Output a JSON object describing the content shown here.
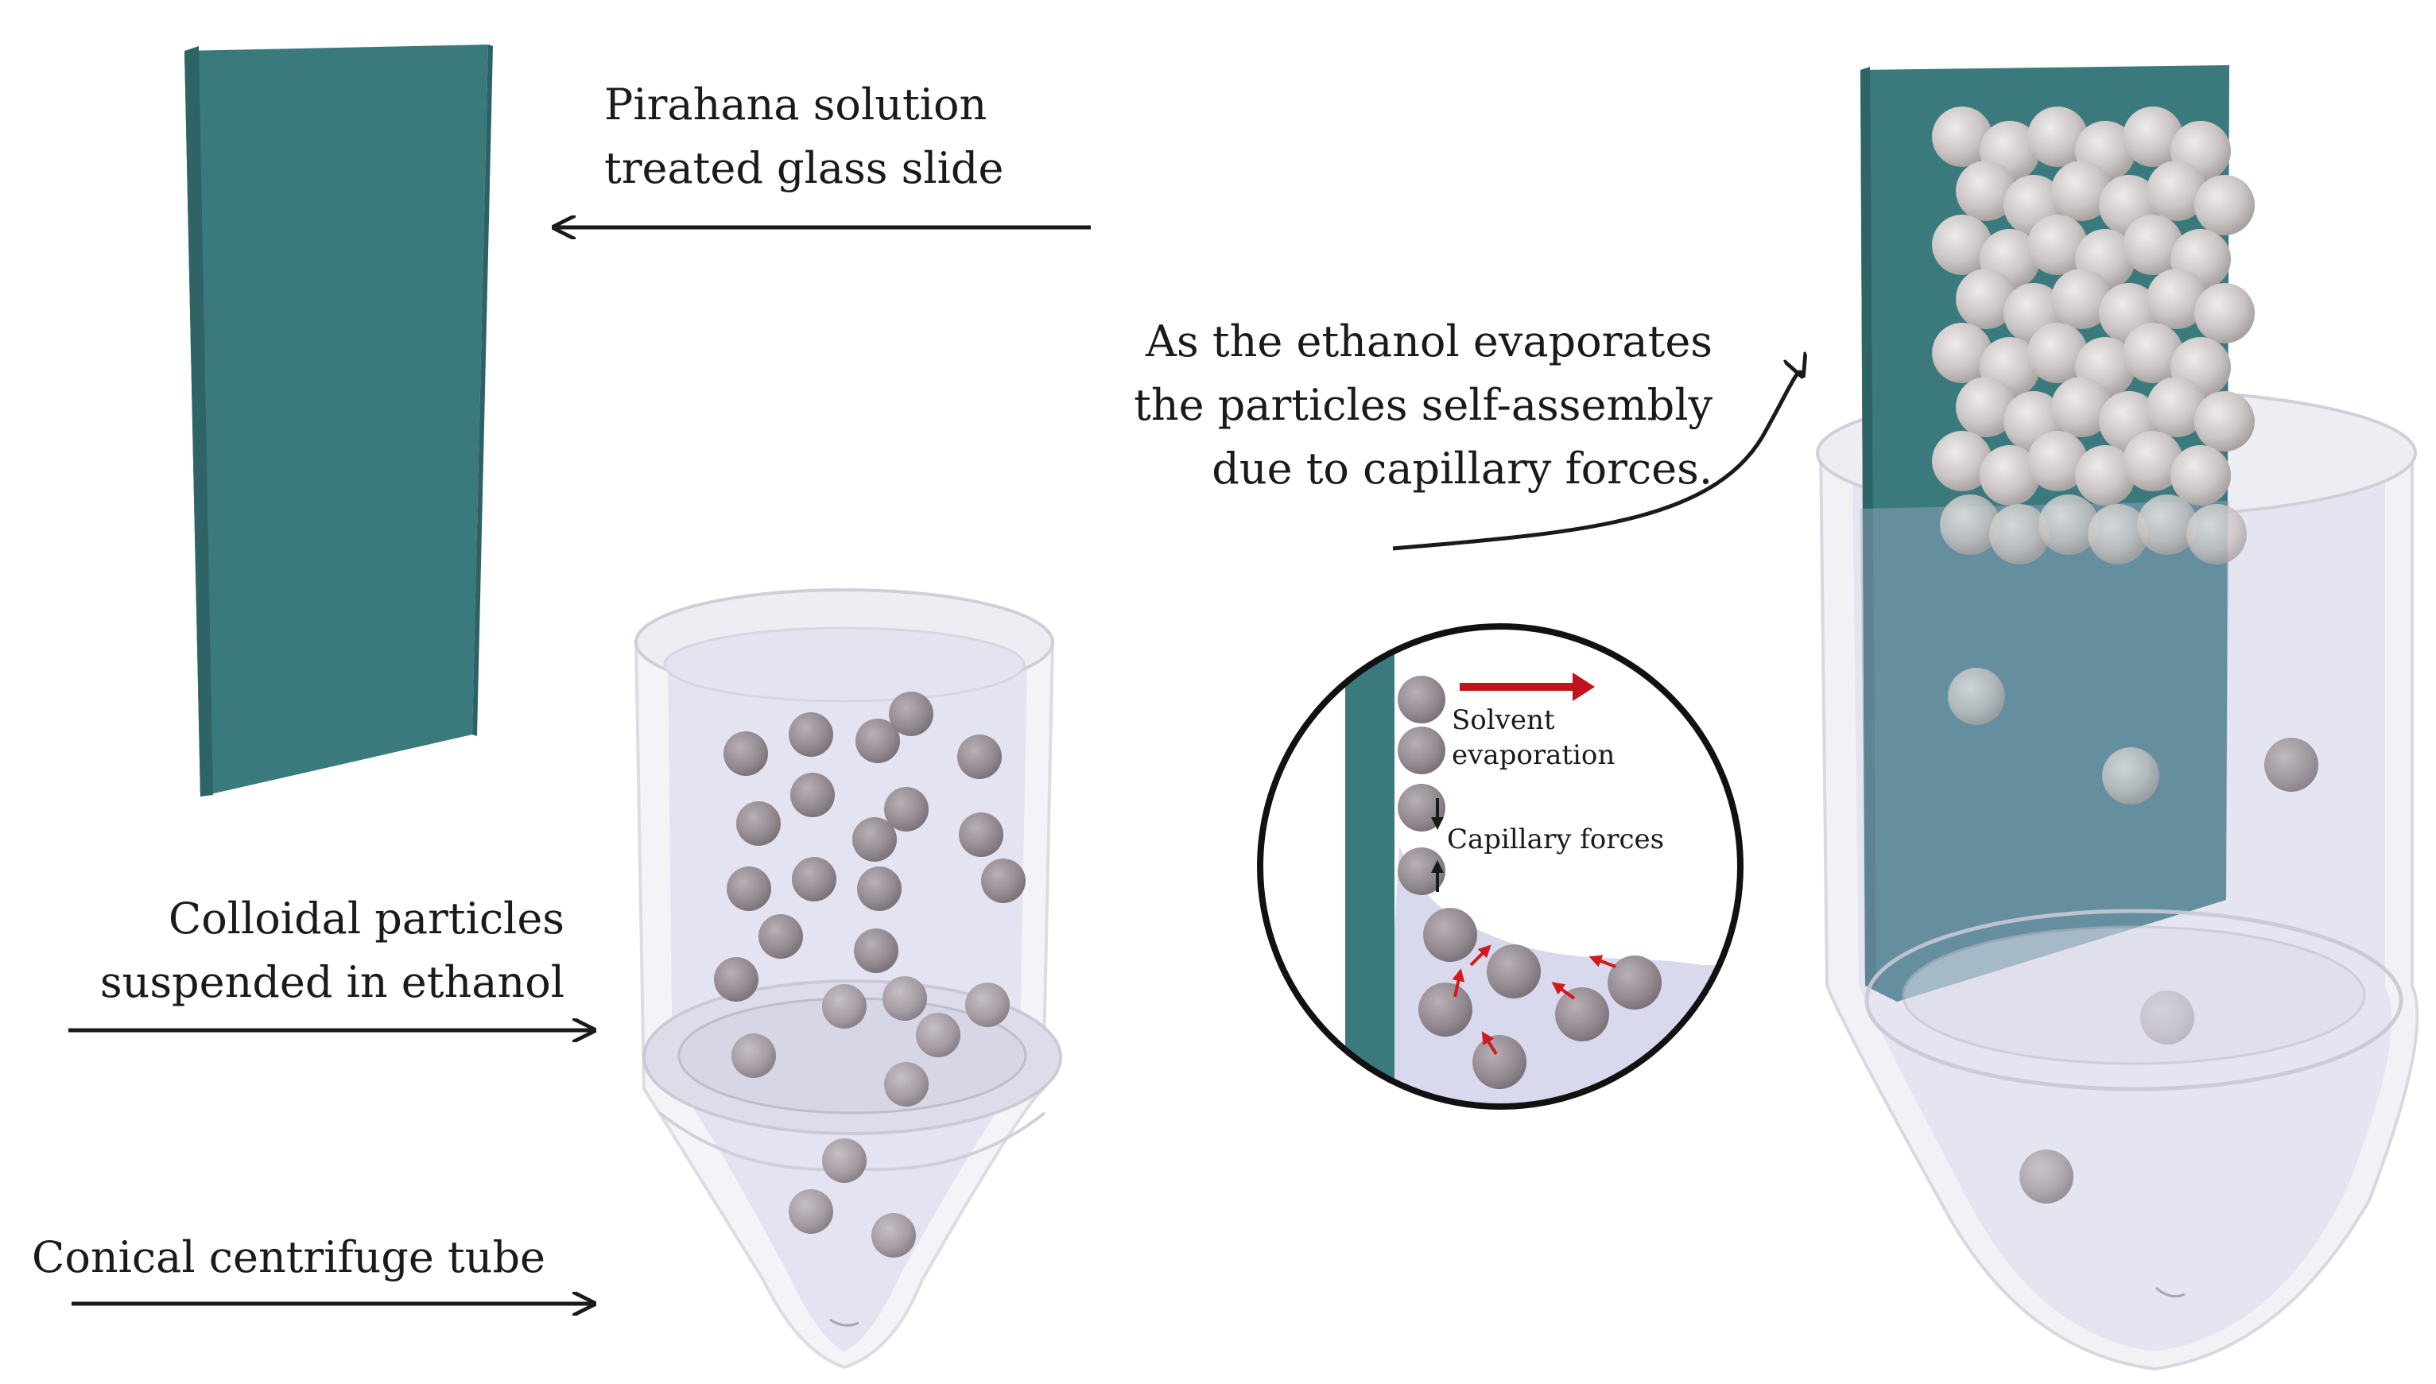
{
  "labels": {
    "slide": [
      "Pirahana solution",
      "treated glass slide"
    ],
    "assembly": [
      "As the ethanol evaporates",
      "the particles self-assembly",
      "due to capillary  forces."
    ],
    "particles": [
      "Colloidal  particles",
      "suspended in ethanol"
    ],
    "tube": "Conical centrifuge tube"
  },
  "inset": {
    "solvent": [
      "Solvent",
      "evaporation"
    ],
    "capillary": "Capillary forces"
  },
  "colors": {
    "glass_slide": "#3b7a7c",
    "particle": "#9a9298",
    "assembled_particle": "#c9c5c4",
    "liquid": "#dcdcef",
    "evaporation_arrow": "#c0141c",
    "force_arrow": "#d11a1a"
  },
  "icons": {
    "assembly_arrow": "curved-arrow",
    "evaporation_arrow": "arrow-right"
  }
}
